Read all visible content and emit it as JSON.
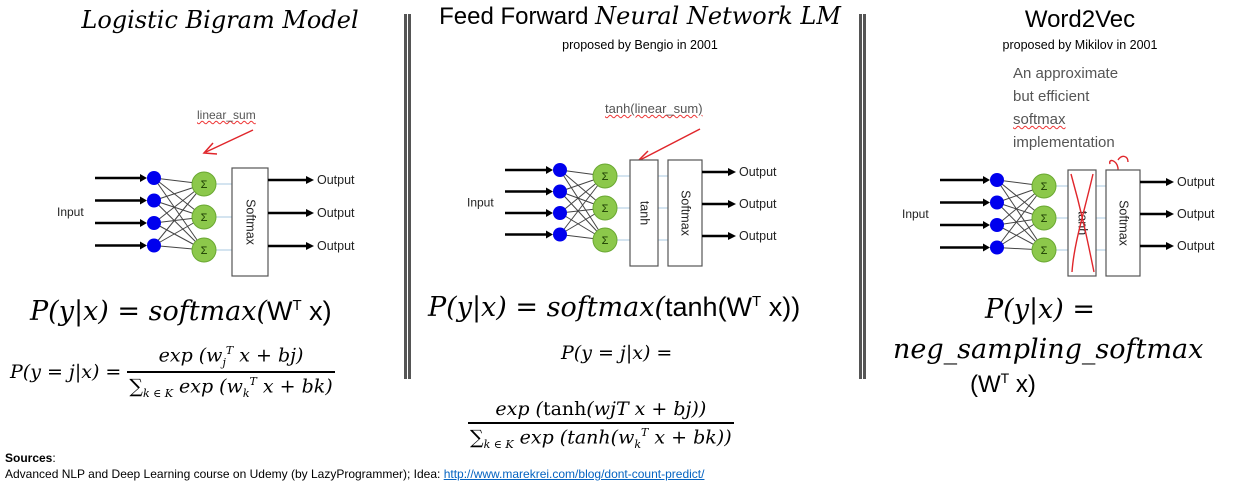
{
  "panels": [
    {
      "title": "Logistic Bigram Model",
      "subtitle": "",
      "annotation": "linear_sum",
      "diagram": {
        "input_label": "Input",
        "output_labels": [
          "Output",
          "Output",
          "Output"
        ],
        "node_symbol": "Σ",
        "layers": [
          "Softmax"
        ]
      },
      "formula_main": {
        "lhs": "P(y|x) = softmax(",
        "arg": "W",
        "sup": "T",
        "tail": " x)"
      },
      "formula_detail": {
        "lhs": "P(y = j|x) =",
        "numerator": "exp (w_j^T x + bj)",
        "denominator": "∑ k ∈ K exp (w_k^T x + bk)"
      }
    },
    {
      "title_plain": "Feed Forward",
      "title_italic": "Neural Network LM",
      "subtitle": "proposed by Bengio in 2001",
      "annotation": "tanh(linear_sum)",
      "diagram": {
        "input_label": "Input",
        "output_labels": [
          "Output",
          "Output",
          "Output"
        ],
        "node_symbol": "Σ",
        "layers": [
          "tanh",
          "Softmax"
        ]
      },
      "formula_main": {
        "lhs": "P(y|x) = softmax(",
        "arg": "tanh(W",
        "sup": "T",
        "tail": " x))"
      },
      "formula_detail": {
        "lhs": "P(y = j|x) =",
        "numerator": "exp (tanh(wjT x + bj))",
        "denominator": "∑ k ∈ K exp (tanh(w_k^T x + bk))"
      }
    },
    {
      "title": "Word2Vec",
      "subtitle": "proposed by Mikilov in 2001",
      "annotation_lines": [
        "An approximate",
        "but efficient",
        "softmax",
        "implementation"
      ],
      "diagram": {
        "input_label": "Input",
        "output_labels": [
          "Output",
          "Output",
          "Output"
        ],
        "node_symbol": "Σ",
        "layers": [
          "tanh",
          "Softmax"
        ],
        "crossed_out_layer": "tanh"
      },
      "formula_main": {
        "line1": "P(y|x) =",
        "line2": "neg_sampling_softmax",
        "line3_pre": "(W",
        "sup": "T",
        "line3_post": " x)"
      }
    }
  ],
  "sources": {
    "label": "Sources",
    "text": "Advanced NLP and Deep Learning course on Udemy (by LazyProgrammer); Idea: ",
    "link": "http://www.marekrei.com/blog/dont-count-predict/"
  },
  "colors": {
    "input_node": "#0000ee",
    "sum_node": "#8cc84b",
    "annotation_red": "#e0262b",
    "link": "#0563c1",
    "divider": "#555555"
  }
}
